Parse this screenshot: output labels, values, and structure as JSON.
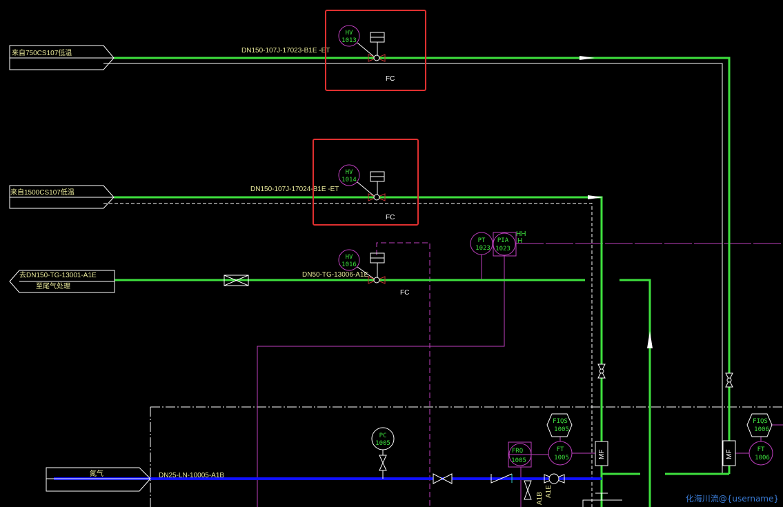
{
  "colors": {
    "process_line": "#3ee03e",
    "nitrogen_line": "#1010ff",
    "signal_line": "#c040c0",
    "highlight_box": "#e03030"
  },
  "lines": [
    {
      "source": "来自750CS107低温",
      "pipe": "DN150-107J-17023-B1E -ET",
      "valve": {
        "tag": "HV",
        "number": "1013",
        "fail": "FC"
      }
    },
    {
      "source": "来自1500CS107低温",
      "pipe": "DN150-107J-17024-B1E -ET",
      "valve": {
        "tag": "HV",
        "number": "1014",
        "fail": "FC"
      }
    },
    {
      "destination": "去DN150-TG-13001-A1E",
      "destination_note": "至尾气处理",
      "pipe": "DN50-TG-13006-A1E",
      "valve": {
        "tag": "HV",
        "number": "1016",
        "fail": "FC"
      }
    },
    {
      "source": "氮气",
      "pipe": "DN25-LN-10005-A1B"
    }
  ],
  "instruments": {
    "pt": {
      "tag": "PT",
      "number": "1023"
    },
    "pia": {
      "tag": "PIA",
      "number": "1023",
      "alarm_hh": "HH",
      "alarm_h": "H"
    },
    "pc": {
      "tag": "PC",
      "number": "1005"
    },
    "frq": {
      "tag": "FRQ",
      "number": "1005"
    },
    "ft1": {
      "tag": "FT",
      "number": "1005"
    },
    "fiqs1": {
      "tag": "FIQS",
      "number": "1005"
    },
    "ft2": {
      "tag": "FT",
      "number": "1006"
    },
    "fiqs2": {
      "tag": "FIQS",
      "number": "1006"
    },
    "mf": "MF",
    "spec_a": "A1B",
    "spec_b": "A1E"
  },
  "watermark": "化海川流@{username}"
}
